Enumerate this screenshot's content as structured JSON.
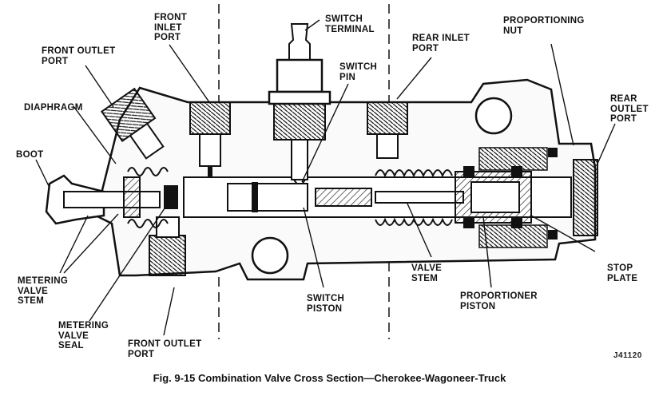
{
  "labels": {
    "front_outlet_port_top": "FRONT OUTLET\nPORT",
    "front_inlet_port": "FRONT\nINLET\nPORT",
    "switch_terminal": "SWITCH\nTERMINAL",
    "rear_inlet_port": "REAR INLET\nPORT",
    "proportioning_nut": "PROPORTIONING\nNUT",
    "rear_outlet_port": "REAR\nOUTLET\nPORT",
    "switch_pin": "SWITCH\nPIN",
    "diaphragm": "DIAPHRAGM",
    "boot": "BOOT",
    "metering_valve_stem": "METERING\nVALVE\nSTEM",
    "metering_valve_seal": "METERING\nVALVE\nSEAL",
    "front_outlet_port_bottom": "FRONT OUTLET\nPORT",
    "switch_piston": "SWITCH\nPISTON",
    "valve_stem": "VALVE\nSTEM",
    "proportioner_piston": "PROPORTIONER\nPISTON",
    "stop_plate": "STOP\nPLATE"
  },
  "reference_code": "J41120",
  "caption": "Fig. 9-15  Combination Valve Cross Section—Cherokee-Wagoneer-Truck"
}
